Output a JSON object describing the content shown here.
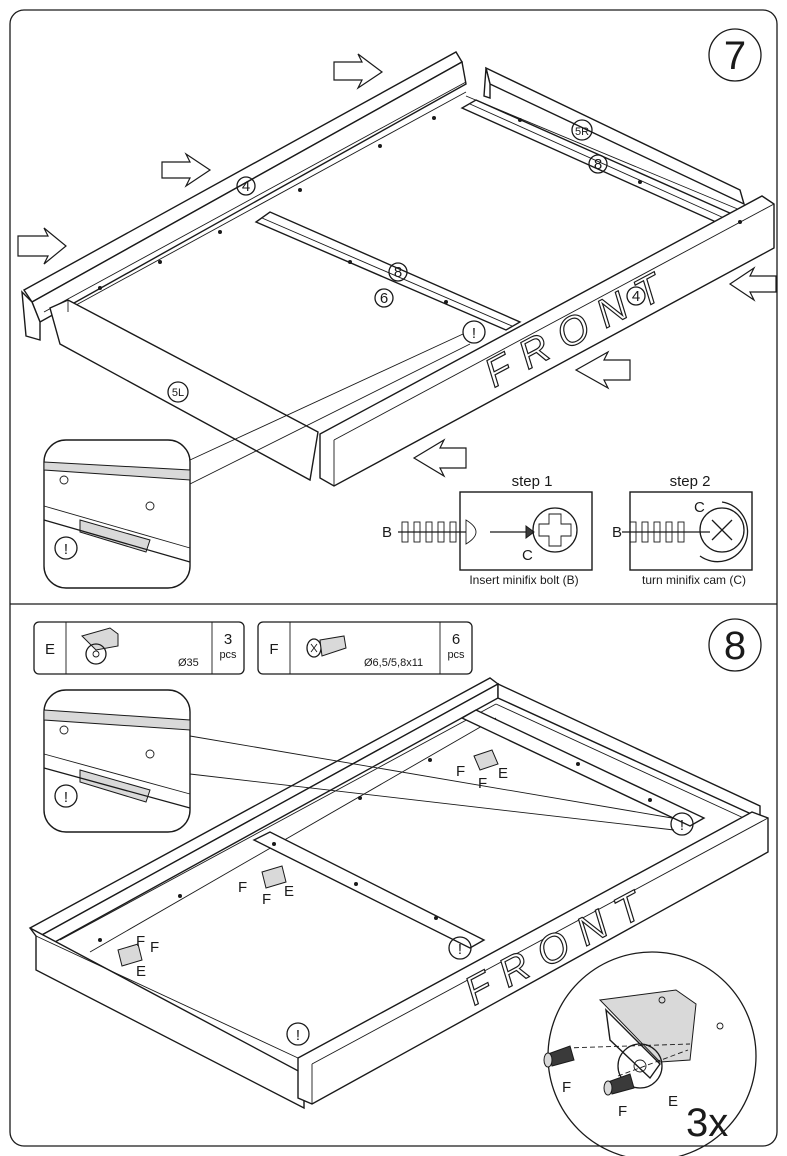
{
  "step7": {
    "number": "7",
    "front_text": "FRONT",
    "part_labels": {
      "p4_top": "4",
      "p4_front": "4",
      "p5R": "5R",
      "p5L": "5L",
      "p6": "6",
      "p8_back": "8",
      "p8_mid": "8"
    },
    "caution": "!",
    "step1": {
      "title": "step 1",
      "label_b": "B",
      "label_c": "C",
      "caption": "Insert minifix bolt (B)"
    },
    "step2": {
      "title": "step 2",
      "label_b": "B",
      "label_c": "C",
      "caption": "turn minifix cam (C)"
    }
  },
  "step8": {
    "number": "8",
    "front_text": "FRONT",
    "part_e": {
      "letter": "E",
      "size": "Ø35",
      "qty": "3",
      "unit": "pcs"
    },
    "part_f": {
      "letter": "F",
      "size": "Ø6,5/5,8x11",
      "qty": "6",
      "unit": "pcs"
    },
    "hw_labels": {
      "f": "F",
      "e": "E"
    },
    "caution": "!",
    "multiplier": "3x"
  },
  "colors": {
    "stroke": "#1a1a1a",
    "panel": "#ffffff",
    "shade": "#d9d9d9"
  },
  "icons": [
    "caution-icon",
    "push-arrow-icon",
    "caster-icon",
    "screw-icon",
    "minifix-cam-icon",
    "minifix-bolt-icon"
  ]
}
